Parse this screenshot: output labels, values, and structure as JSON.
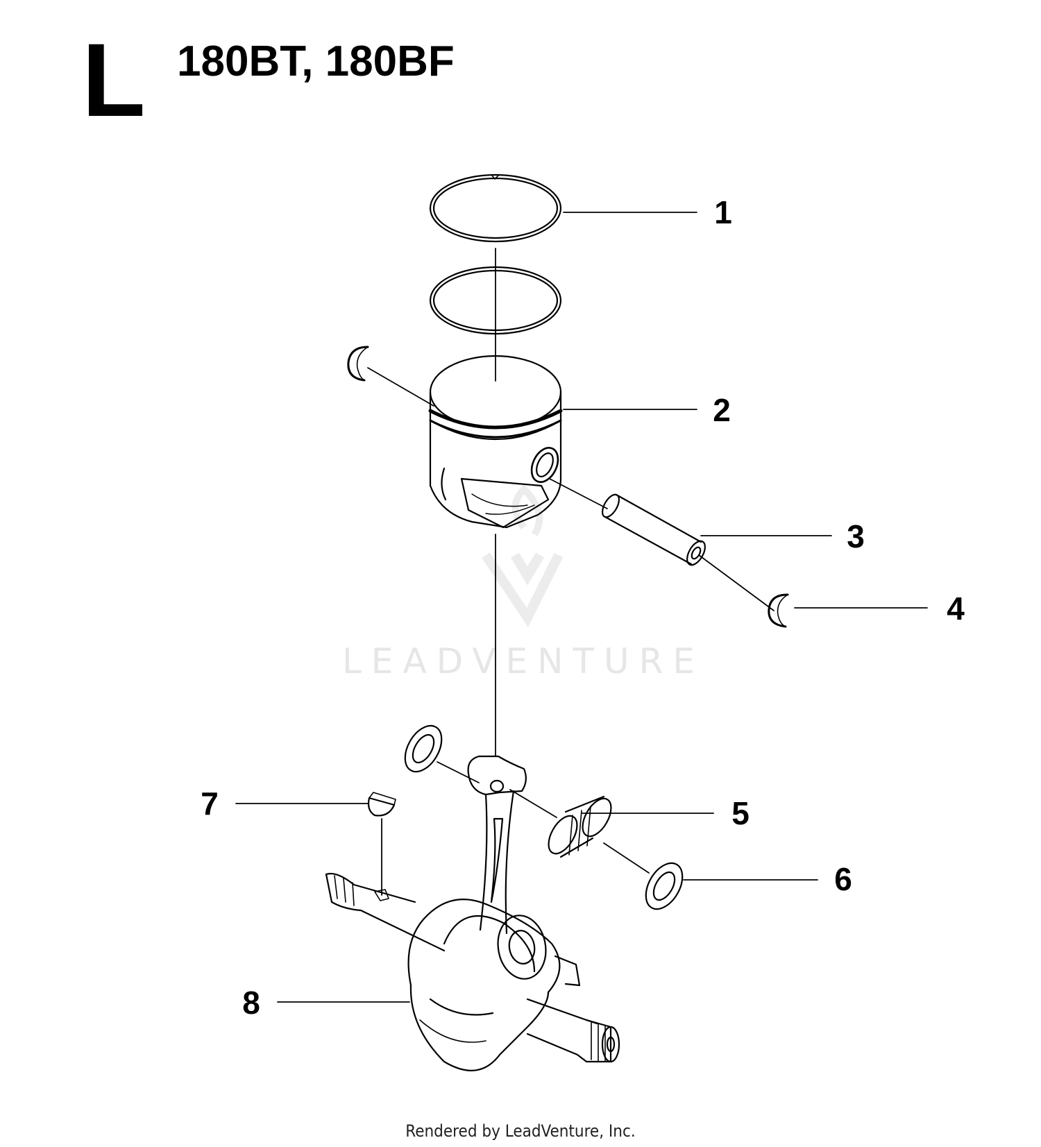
{
  "header": {
    "section_letter": "L",
    "models": "180BT, 180BF"
  },
  "watermark": {
    "text": "LEADVENTURE",
    "icon": "leadventure-logo-icon"
  },
  "callouts": [
    "1",
    "2",
    "3",
    "4",
    "5",
    "6",
    "7",
    "8"
  ],
  "parts": [
    "piston-rings",
    "piston",
    "piston-pin",
    "circlip",
    "needle-bearing",
    "thrust-washer",
    "woodruff-key",
    "crankshaft-assembly"
  ],
  "footer": {
    "text": "Rendered by LeadVenture, Inc."
  }
}
